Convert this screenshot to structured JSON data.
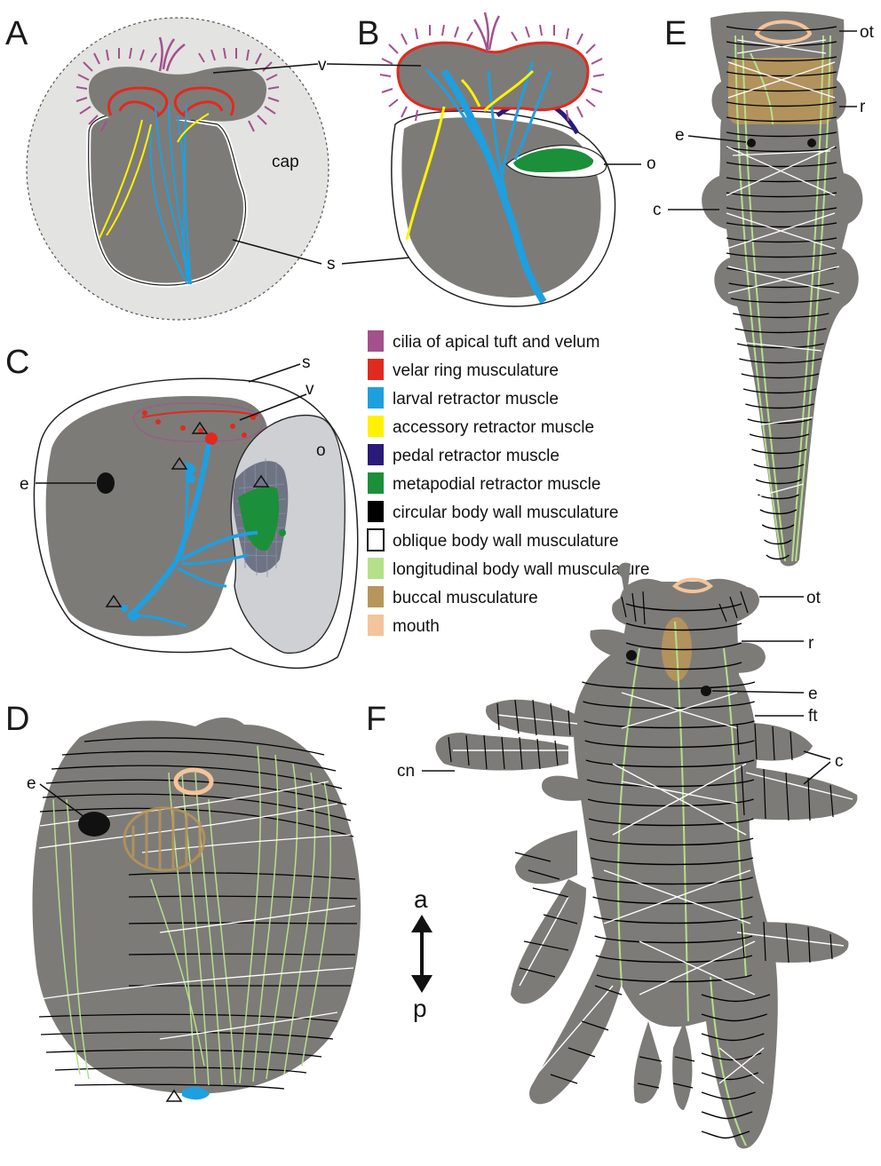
{
  "panels": {
    "A": "A",
    "B": "B",
    "C": "C",
    "D": "D",
    "E": "E",
    "F": "F"
  },
  "labels": {
    "v": "v",
    "s": "s",
    "cap": "cap",
    "o": "o",
    "e": "e",
    "c": "c",
    "ot": "ot",
    "r": "r",
    "ft": "ft",
    "cn": "cn"
  },
  "axis": {
    "anterior": "a",
    "posterior": "p"
  },
  "legend": [
    {
      "label": "cilia of apical tuft and velum",
      "color": "#a3508d"
    },
    {
      "label": "velar ring musculature",
      "color": "#e02a1f"
    },
    {
      "label": "larval retractor muscle",
      "color": "#1e9fe0"
    },
    {
      "label": "accessory retractor muscle",
      "color": "#fff200"
    },
    {
      "label": "pedal retractor muscle",
      "color": "#2a1a7a"
    },
    {
      "label": "metapodial retractor muscle",
      "color": "#1c8f3a"
    },
    {
      "label": "circular body wall musculature",
      "color": "#000000"
    },
    {
      "label": "oblique body wall musculature",
      "color": "#ffffff"
    },
    {
      "label": "longitudinal body wall musculature",
      "color": "#b5e08a"
    },
    {
      "label": "buccal musculature",
      "color": "#b8955a"
    },
    {
      "label": "mouth",
      "color": "#f4c49a"
    }
  ],
  "colors": {
    "body": "#7d7b78",
    "capsule": "#e3e3e1",
    "operculum": "#cfd0d3"
  }
}
